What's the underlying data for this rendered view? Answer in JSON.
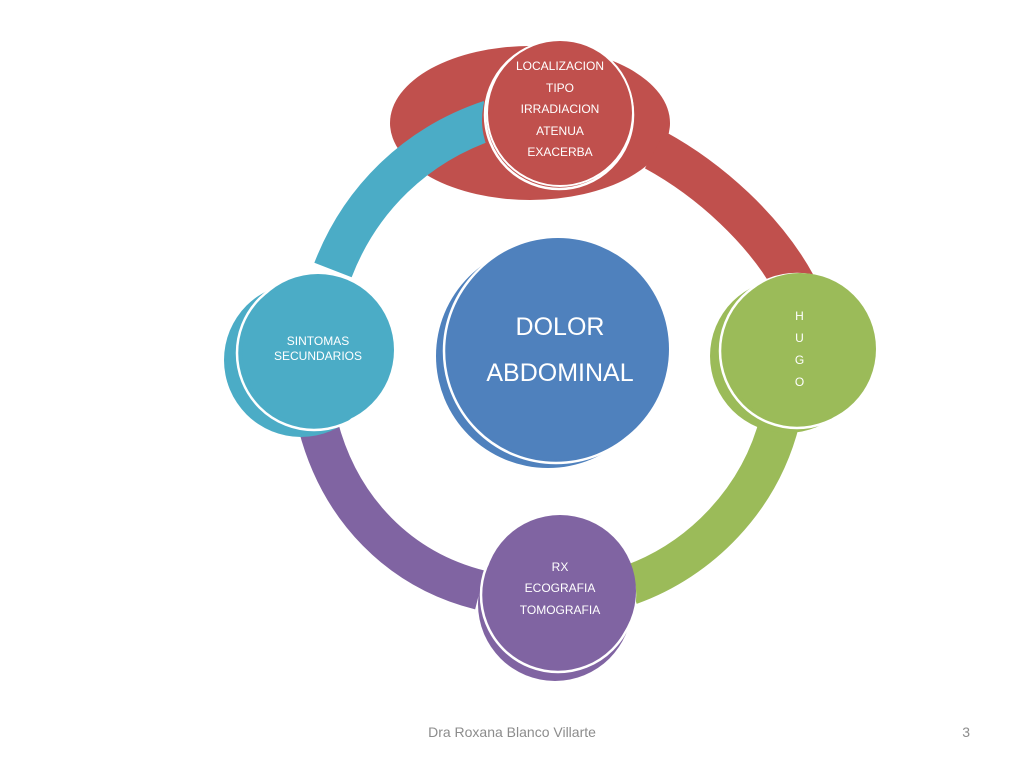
{
  "diagram": {
    "center": {
      "lines": [
        "DOLOR",
        "ABDOMINAL"
      ],
      "color": "#4F81BD"
    },
    "nodes": {
      "top": {
        "lines": [
          "LOCALIZACION",
          "TIPO",
          "IRRADIACION",
          "ATENUA",
          "EXACERBA"
        ],
        "color": "#C0504D"
      },
      "right": {
        "lines": [
          "H",
          "U",
          "G",
          "O"
        ],
        "color": "#9BBB59"
      },
      "bottom": {
        "lines": [
          "RX",
          "ECOGRAFIA",
          "TOMOGRAFIA"
        ],
        "color": "#8064A2"
      },
      "left": {
        "lines": [
          "SINTOMAS",
          "SECUNDARIOS"
        ],
        "color": "#4BACC6"
      }
    }
  },
  "footer": {
    "author": "Dra Roxana Blanco Villarte",
    "slide_number": "3"
  }
}
